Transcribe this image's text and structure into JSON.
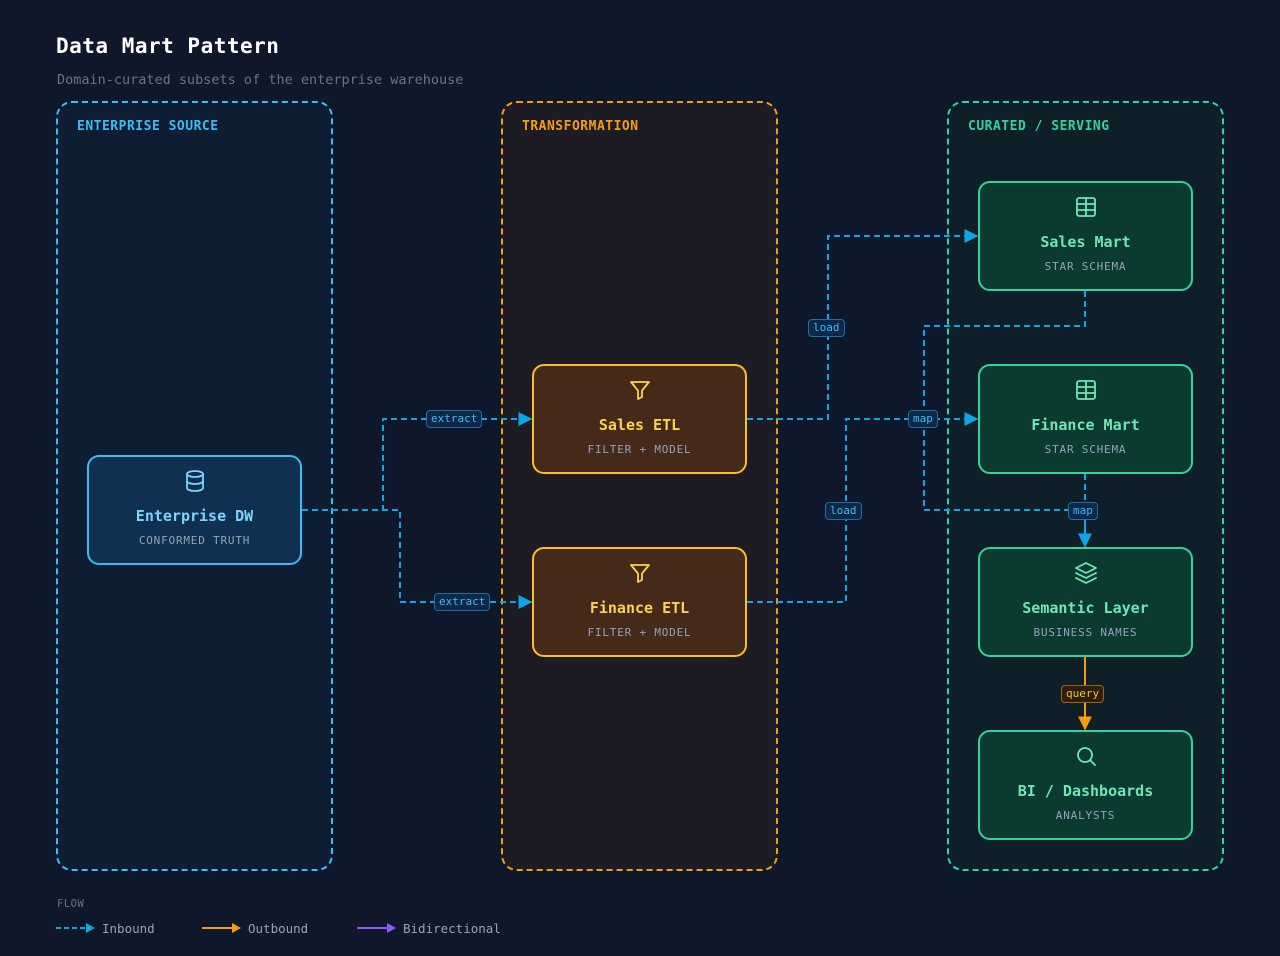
{
  "header": {
    "title": "Data Mart Pattern",
    "subtitle": "Domain-curated subsets of the enterprise warehouse"
  },
  "groups": {
    "source": {
      "label": "ENTERPRISE SOURCE",
      "color": "#38bdf8"
    },
    "transformation": {
      "label": "TRANSFORMATION",
      "color": "#f59e0b"
    },
    "curated": {
      "label": "CURATED / SERVING",
      "color": "#2dd4a0"
    }
  },
  "nodes": {
    "enterprise_dw": {
      "label": "Enterprise DW",
      "sub": "CONFORMED TRUTH",
      "icon": "database-icon"
    },
    "sales_etl": {
      "label": "Sales ETL",
      "sub": "FILTER + MODEL",
      "icon": "filter-icon"
    },
    "finance_etl": {
      "label": "Finance ETL",
      "sub": "FILTER + MODEL",
      "icon": "filter-icon"
    },
    "sales_mart": {
      "label": "Sales Mart",
      "sub": "STAR SCHEMA",
      "icon": "table-icon"
    },
    "finance_mart": {
      "label": "Finance Mart",
      "sub": "STAR SCHEMA",
      "icon": "table-icon"
    },
    "semantic_layer": {
      "label": "Semantic Layer",
      "sub": "BUSINESS NAMES",
      "icon": "layers-icon"
    },
    "bi_dashboards": {
      "label": "BI / Dashboards",
      "sub": "ANALYSTS",
      "icon": "search-icon"
    }
  },
  "edges": {
    "extract_sales": "extract",
    "extract_finance": "extract",
    "load_sales": "load",
    "load_finance": "load",
    "map_sales": "map",
    "map_finance": "map",
    "query": "query"
  },
  "legend": {
    "title": "FLOW",
    "items": [
      {
        "label": "Inbound",
        "color": "#0ea5e9",
        "style": "dashed"
      },
      {
        "label": "Outbound",
        "color": "#f59e0b",
        "style": "solid"
      },
      {
        "label": "Bidirectional",
        "color": "#8b5cf6",
        "style": "solid"
      }
    ]
  },
  "colors": {
    "background": "#0f172a",
    "inbound": "#0ea5e9",
    "outbound": "#f59e0b",
    "bidirectional": "#8b5cf6"
  }
}
